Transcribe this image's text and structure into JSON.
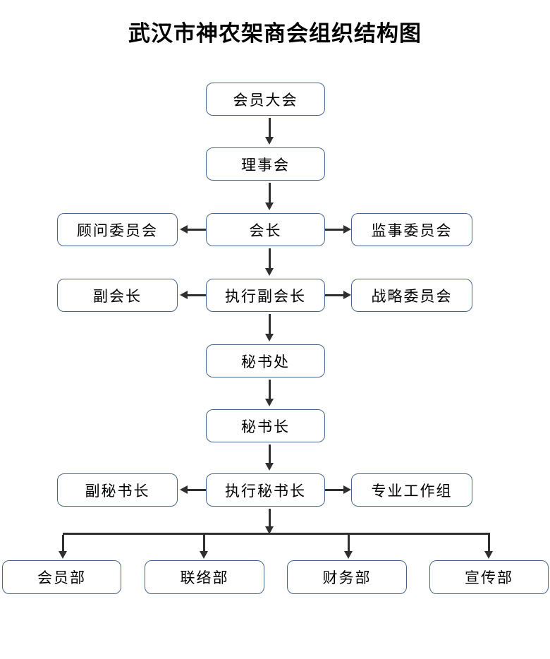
{
  "title": "武汉市神农架商会组织结构图",
  "colors": {
    "background": "#ffffff",
    "box_border": "#47658b",
    "box_fill": "#ffffff",
    "text": "#000000",
    "arrow": "#2f2f2f"
  },
  "nodes": {
    "member_assembly": "会员大会",
    "council": "理事会",
    "advisory_committee": "顾问委员会",
    "president": "会长",
    "supervisory_committee": "监事委员会",
    "vice_president": "副会长",
    "executive_vice_president": "执行副会长",
    "strategy_committee": "战略委员会",
    "secretariat": "秘书处",
    "secretary_general": "秘书长",
    "deputy_secretary_general": "副秘书长",
    "executive_secretary_general": "执行秘书长",
    "professional_work_group": "专业工作组",
    "membership_dept": "会员部",
    "liaison_dept": "联络部",
    "finance_dept": "财务部",
    "publicity_dept": "宣传部"
  },
  "edges": [
    {
      "from": "member_assembly",
      "to": "council",
      "type": "arrow-down"
    },
    {
      "from": "council",
      "to": "president",
      "type": "arrow-down"
    },
    {
      "from": "president",
      "to": "advisory_committee",
      "type": "arrow-left"
    },
    {
      "from": "president",
      "to": "supervisory_committee",
      "type": "arrow-right"
    },
    {
      "from": "president",
      "to": "executive_vice_president",
      "type": "arrow-down"
    },
    {
      "from": "executive_vice_president",
      "to": "vice_president",
      "type": "arrow-left"
    },
    {
      "from": "executive_vice_president",
      "to": "strategy_committee",
      "type": "arrow-right"
    },
    {
      "from": "executive_vice_president",
      "to": "secretariat",
      "type": "arrow-down"
    },
    {
      "from": "secretariat",
      "to": "secretary_general",
      "type": "arrow-down"
    },
    {
      "from": "secretary_general",
      "to": "executive_secretary_general",
      "type": "arrow-down"
    },
    {
      "from": "executive_secretary_general",
      "to": "deputy_secretary_general",
      "type": "arrow-left"
    },
    {
      "from": "executive_secretary_general",
      "to": "professional_work_group",
      "type": "arrow-right"
    },
    {
      "from": "executive_secretary_general",
      "to": "membership_dept",
      "type": "branch-down"
    },
    {
      "from": "executive_secretary_general",
      "to": "liaison_dept",
      "type": "branch-down"
    },
    {
      "from": "executive_secretary_general",
      "to": "finance_dept",
      "type": "branch-down"
    },
    {
      "from": "executive_secretary_general",
      "to": "publicity_dept",
      "type": "branch-down"
    }
  ]
}
